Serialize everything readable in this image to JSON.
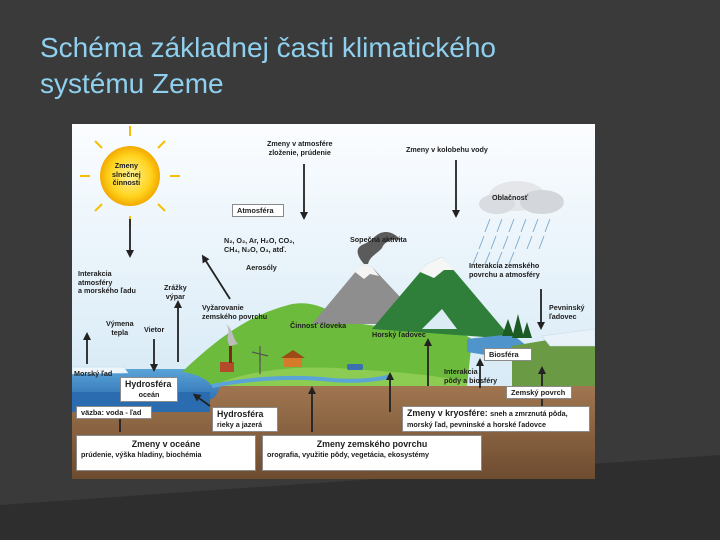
{
  "slide": {
    "title_line1": "Schéma základnej časti klimatického",
    "title_line2": "systému Zeme"
  },
  "diagram": {
    "sun": [
      "Zmeny",
      "slnečnej",
      "činnosti"
    ],
    "atmosphere_changes": [
      "Zmeny v atmosfére",
      "zloženie, prúdenie"
    ],
    "water_cycle_changes": "Zmeny v kolobehu vody",
    "clouds": "Oblačnosť",
    "atmosphere": "Atmosféra",
    "gases_1": "N₂, O₂, Ar, H₂O, CO₂,",
    "gases_2": "CH₄, N₂O, O₃, atď.",
    "aerosols": "Aerosóly",
    "volcanic": "Sopečná aktivita",
    "atm_ocean_interaction": [
      "Interakcia",
      "atmosféry",
      "a morského ľadu"
    ],
    "precipitation": [
      "Zrážky",
      "výpar"
    ],
    "surface_emission": [
      "Vyžarovanie",
      "zemského povrchu"
    ],
    "surface_atm_interaction": [
      "Interakcia zemského",
      "povrchu a atmosféry"
    ],
    "ice_sheet": [
      "Pevninský",
      "ľadovec"
    ],
    "heat_exchange": [
      "Výmena",
      "tepla"
    ],
    "wind": "Vietor",
    "human_activity": "Činnosť človeka",
    "glacier": "Horský ľadovec",
    "biosphere": "Biosféra",
    "sea_ice": "Morský ľad",
    "hydrosphere_ocean": {
      "title": "Hydrosféra",
      "sub": "oceán"
    },
    "soil_bio_interaction": [
      "Interakcia",
      "pôdy a biosféry"
    ],
    "earth_surface": "Zemský povrch",
    "water_ice_coupling": "väzba: voda - ľad",
    "hydrosphere_rivers": {
      "title": "Hydrosféra",
      "sub": "rieky a jazerá"
    },
    "cryosphere": {
      "title": "Zmeny v kryosfére:",
      "line1_rest": "sneh a zmrznutá pôda,",
      "line2": "morský ľad, pevninské a horské ľadovce"
    },
    "ocean_changes": {
      "title": "Zmeny v oceáne",
      "sub": "prúdenie, výška hladiny, biochémia"
    },
    "surface_changes": {
      "title": "Zmeny zemského povrchu",
      "sub": "orografia, využitie pôdy, vegetácia, ekosystémy"
    }
  }
}
